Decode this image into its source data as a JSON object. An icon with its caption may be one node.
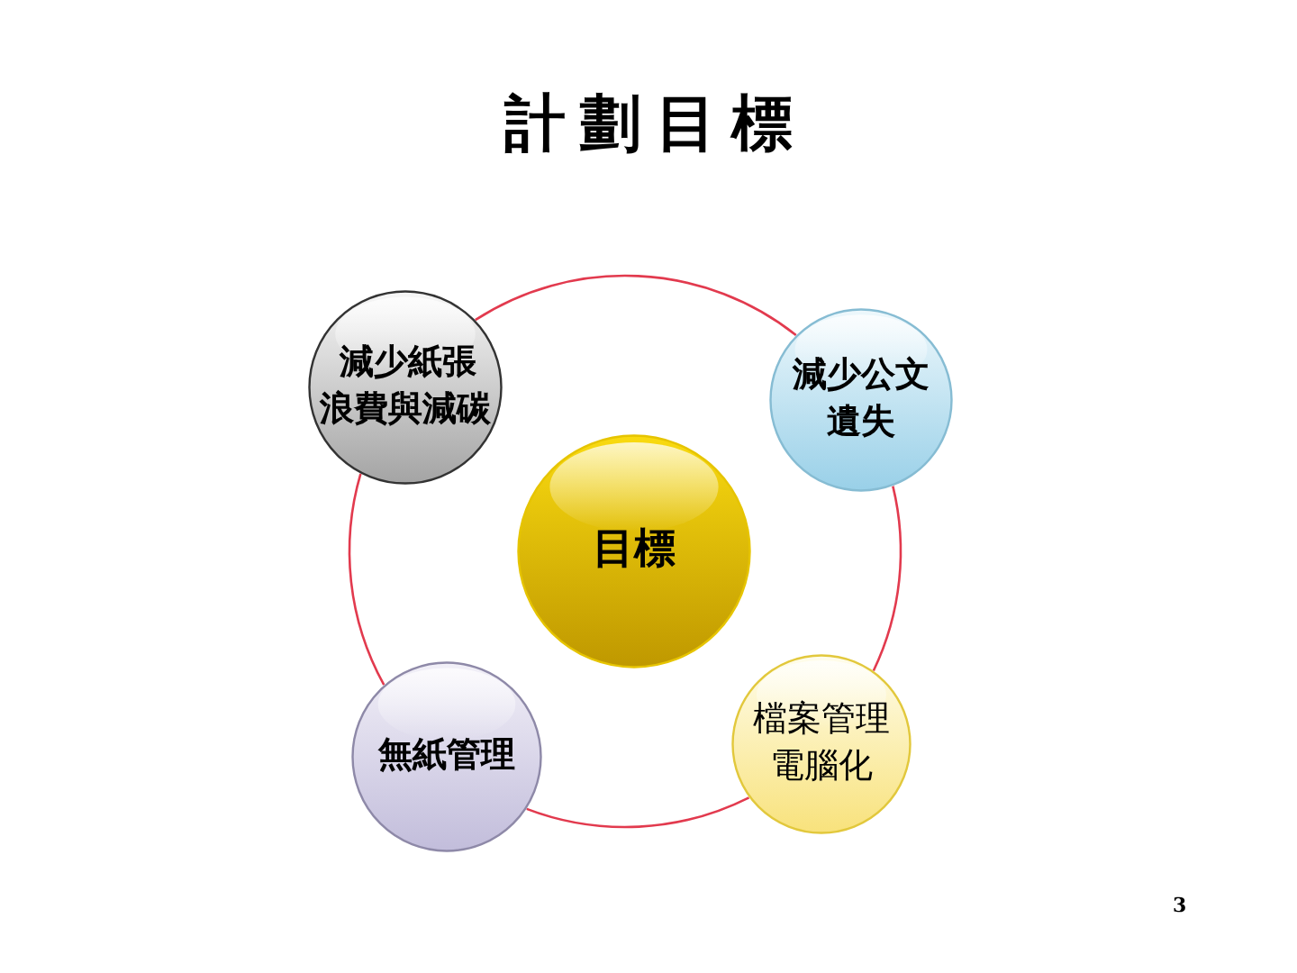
{
  "diagram": {
    "title": "計劃目標",
    "nodes": [
      {
        "text": [
          "減少紙張浪費與減碳"
        ]
      },
      {
        "text": [
          "減少公文遺失"
        ]
      },
      {
        "text": [
          "目標"
        ]
      },
      {
        "text": [
          "無紙管理"
        ]
      },
      {
        "text": [
          "檔案管理電腦化"
        ]
      }
    ],
    "edges": [
      {
        "from": 0,
        "to": 1,
        "arrow": "none"
      },
      {
        "from": 1,
        "to": 4,
        "arrow": "none"
      },
      {
        "from": 4,
        "to": 3,
        "arrow": "none"
      },
      {
        "from": 3,
        "to": 0,
        "arrow": "none"
      }
    ],
    "labels": [
      "3"
    ]
  }
}
